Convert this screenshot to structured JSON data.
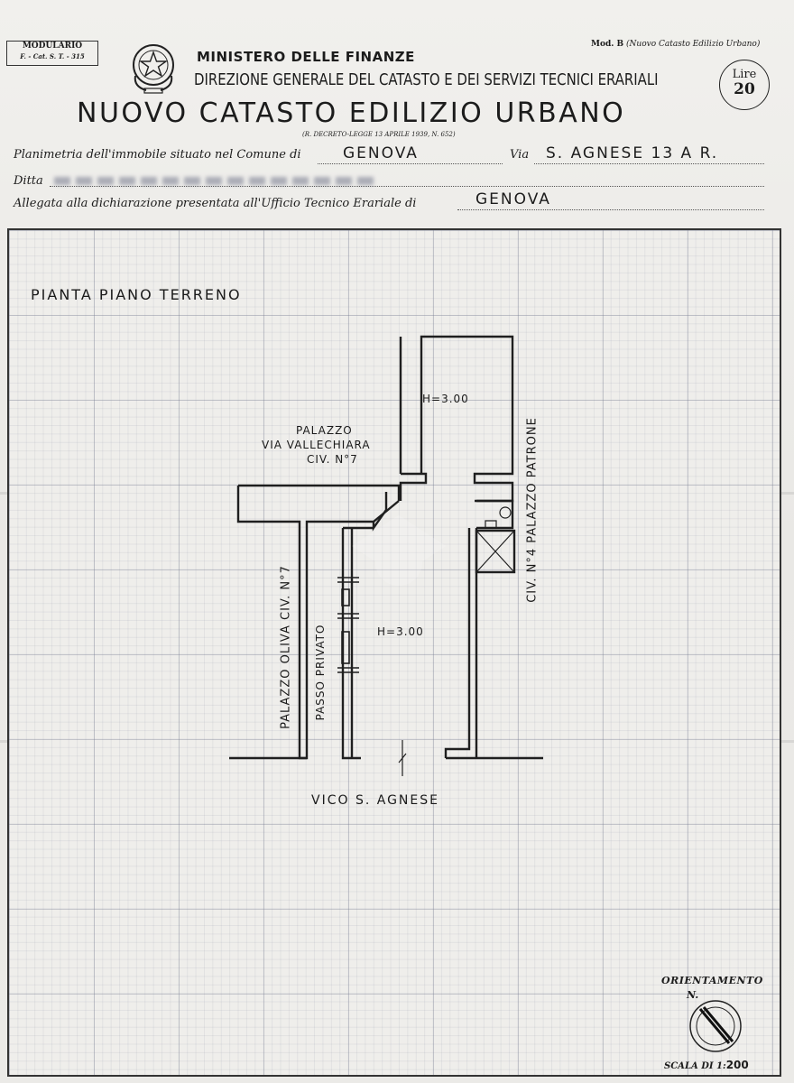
{
  "header": {
    "modulario_line1": "MODULARIO",
    "modulario_line2": "F. - Cat. S. T. - 315",
    "ministry": "MINISTERO DELLE FINANZE",
    "direzione": "DIREZIONE GENERALE DEL CATASTO E DEI SERVIZI TECNICI ERARIALI",
    "mod_b": "Mod. B",
    "mod_b_note": "(Nuovo Catasto Edilizio Urbano)",
    "lire_label": "Lire",
    "lire_value": "20",
    "title": "NUOVO CATASTO EDILIZIO URBANO",
    "decree": "(R. DECRETO-LEGGE 13 APRILE 1939, N. 652)"
  },
  "fields": {
    "planimetria_label": "Planimetria dell'immobile situato nel Comune di",
    "comune_value": "GENOVA",
    "via_label": "Via",
    "via_value": "S. AGNESE 13 A R.",
    "ditta_label": "Ditta",
    "allegata_label": "Allegata alla dichiarazione presentata all'Ufficio Tecnico Erariale di",
    "ufficio_value": "GENOVA"
  },
  "plan": {
    "title": "PIANTA PIANO TERRENO",
    "room_top_height": "H=3.00",
    "room_main_height": "H=3.00",
    "palazzo_top_line1": "PALAZZO",
    "palazzo_top_line2": "VIA VALLECHIARA",
    "palazzo_top_line3": "CIV. N°7",
    "palazzo_right": "CIV. N°4 PALAZZO PATRONE",
    "palazzo_left": "PALAZZO OLIVA CIV. N°7",
    "passo": "PASSO PRIVATO",
    "street": "VICO S. AGNESE"
  },
  "footer": {
    "orientamento": "ORIENTAMENTO",
    "north": "N.",
    "scala_label": "SCALA DI 1:",
    "scala_value": "200"
  }
}
